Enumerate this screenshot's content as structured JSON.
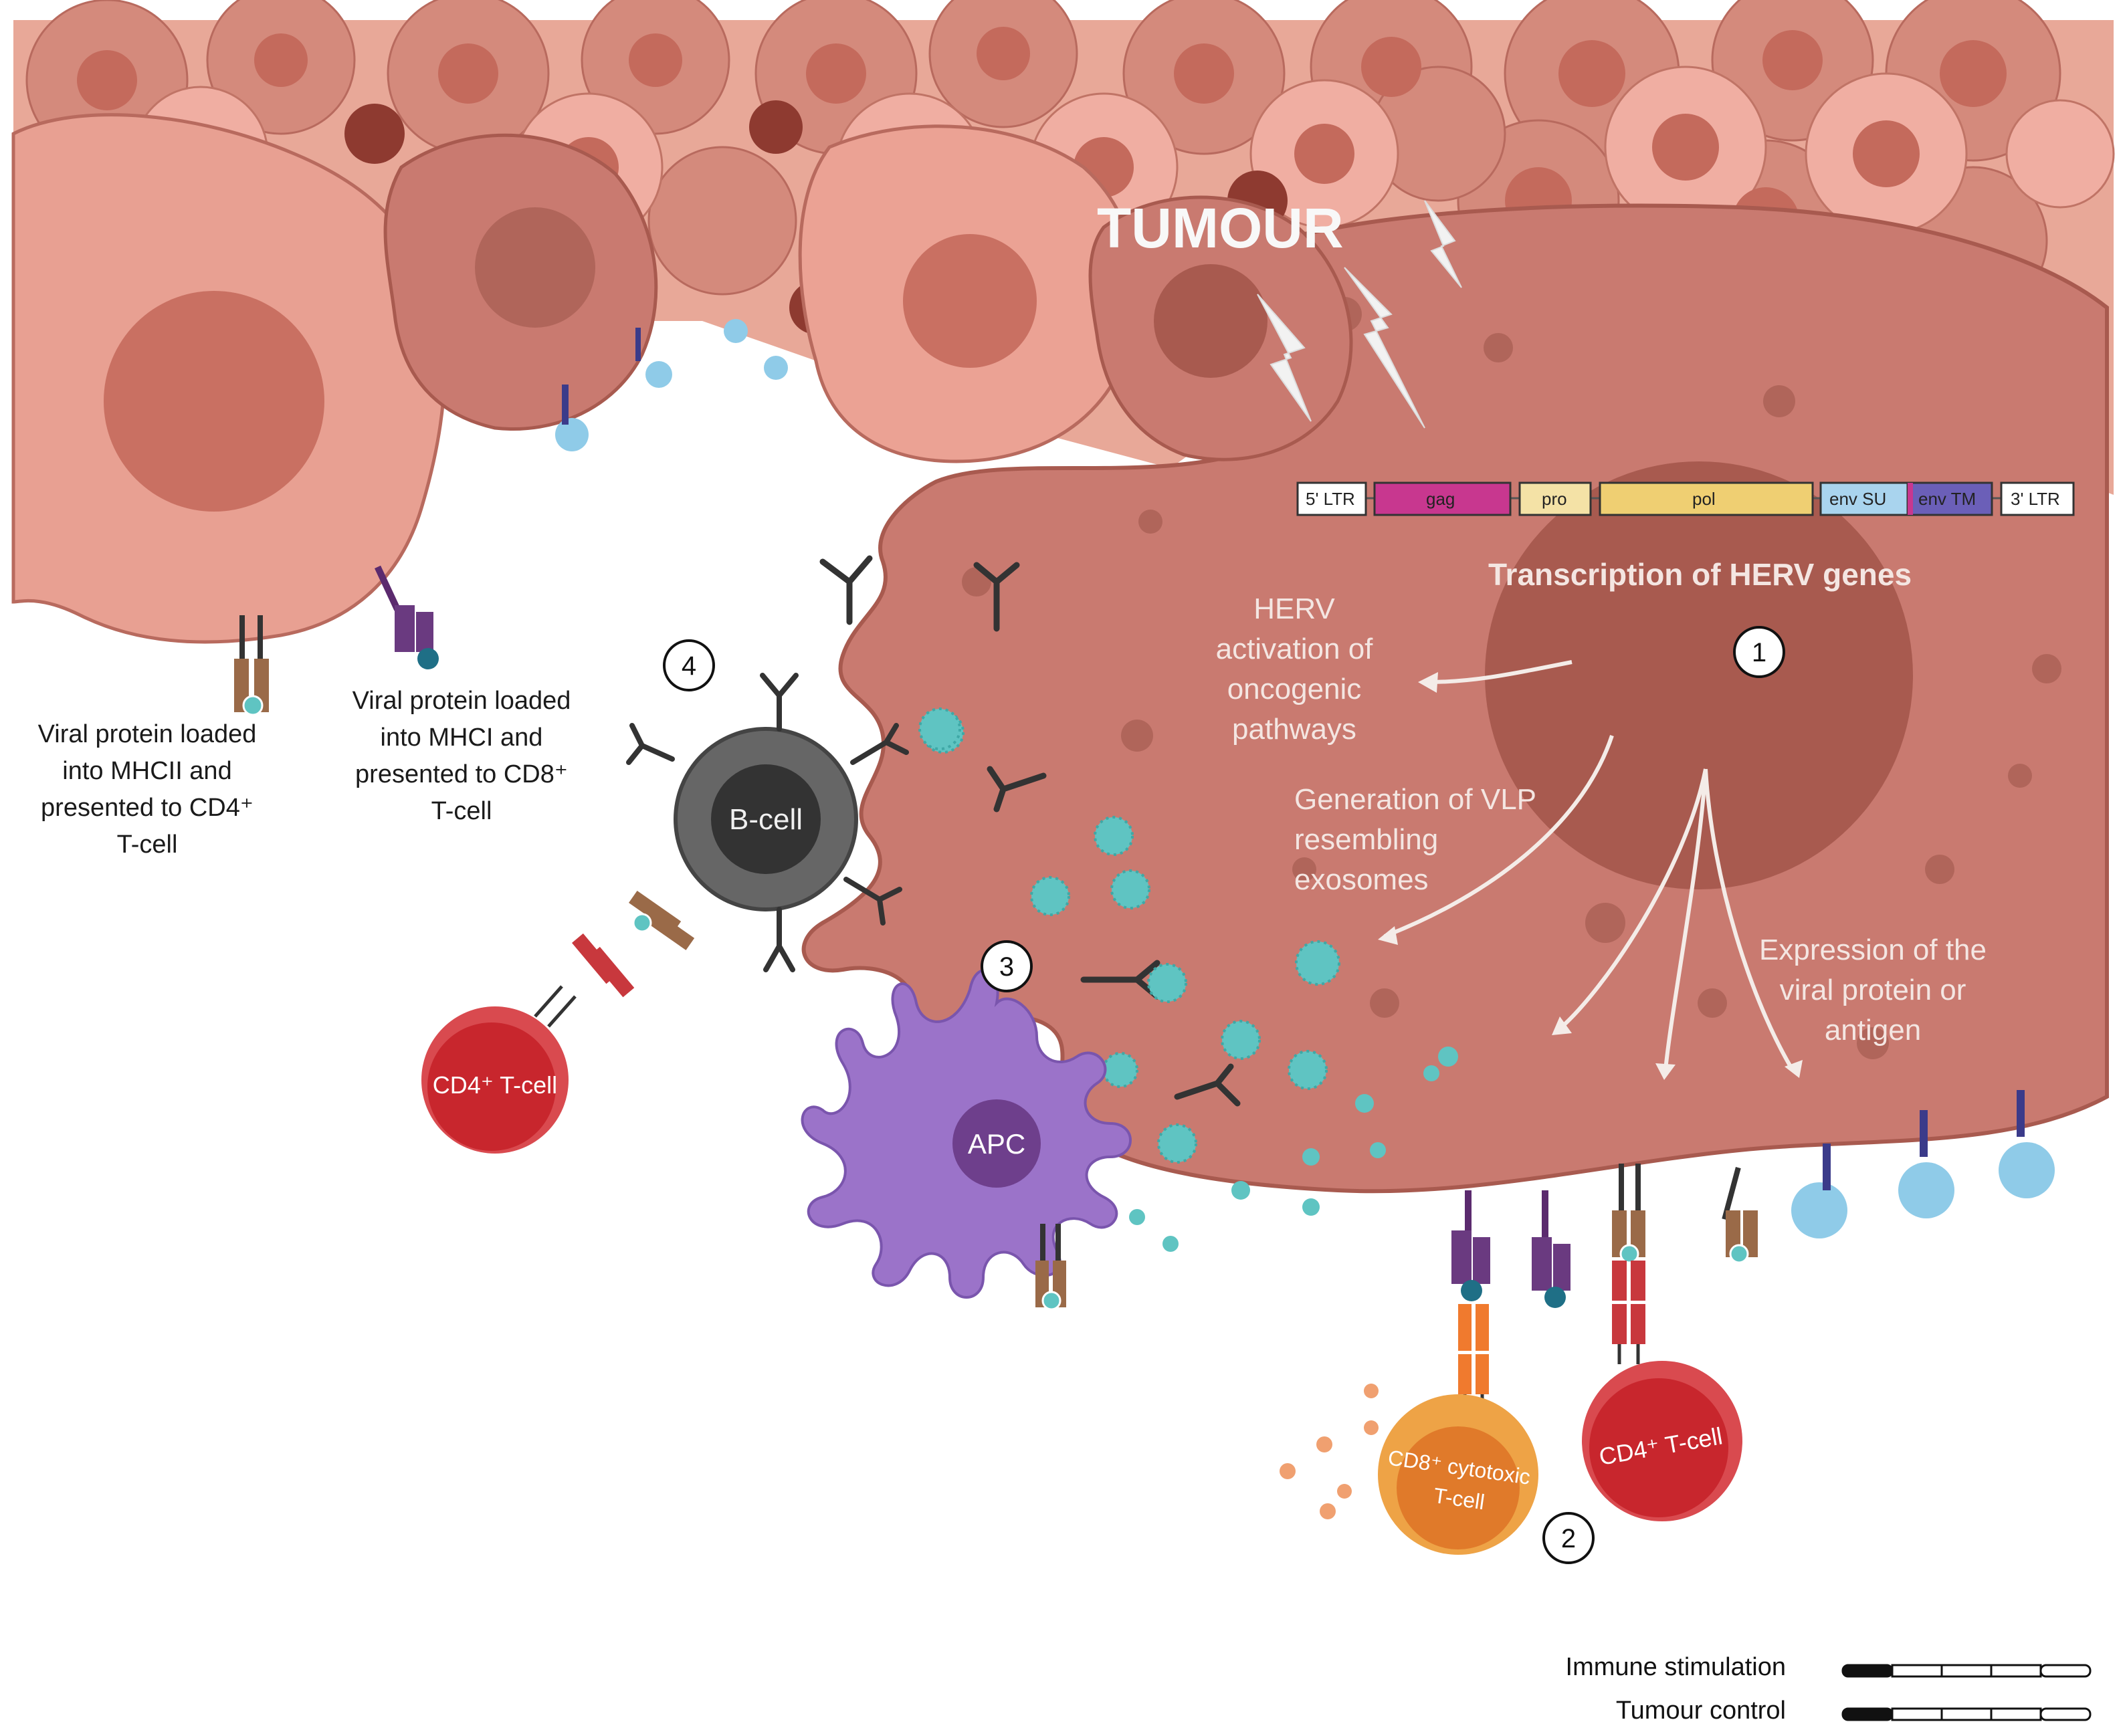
{
  "title": "TUMOUR",
  "genome": {
    "segments": [
      {
        "label": "5' LTR",
        "color": "#ffffff"
      },
      {
        "label": "gag",
        "color": "#c8378f"
      },
      {
        "label": "pro",
        "color": "#f4e2a6"
      },
      {
        "label": "pol",
        "color": "#efcf72"
      },
      {
        "label": "env SU",
        "color": "#a9d4ee"
      },
      {
        "label": "env TM",
        "color": "#6b5fb8"
      },
      {
        "label": "3' LTR",
        "color": "#ffffff"
      }
    ]
  },
  "labels": {
    "transcription": "Transcription of HERV genes",
    "herv_activation": [
      "HERV",
      "activation of",
      "oncogenic",
      "pathways"
    ],
    "vlp": [
      "Generation of VLP",
      "resembling",
      "exosomes"
    ],
    "expression": [
      "Expression of the",
      "viral protein or",
      "antigen"
    ],
    "mhcii": [
      "Viral protein loaded",
      "into MHCII and",
      "presented to CD4⁺",
      "T-cell"
    ],
    "mhci": [
      "Viral protein  loaded",
      "into MHCI and",
      "presented to CD8⁺",
      "T-cell"
    ]
  },
  "cells": {
    "bcell": "B-cell",
    "apc": "APC",
    "cd4_left": "CD4⁺ T-cell",
    "cd4_right": "CD4⁺ T-cell",
    "cd8": [
      "CD8⁺ cytotoxic",
      "T-cell"
    ]
  },
  "steps": [
    "1",
    "2",
    "3",
    "4"
  ],
  "legend": [
    {
      "label": "Immune stimulation",
      "filled": 1,
      "total": 5
    },
    {
      "label": "Tumour control",
      "filled": 1,
      "total": 5
    }
  ],
  "colors": {
    "tumour_main": "#c97a70",
    "tumour_dark": "#a85a4f",
    "tumour_light": "#eba294",
    "virus": "#5fc4c2",
    "bcell": "#666666",
    "apc": "#9b73c9",
    "cd4": "#c8262d",
    "cd8": "#e69432"
  }
}
